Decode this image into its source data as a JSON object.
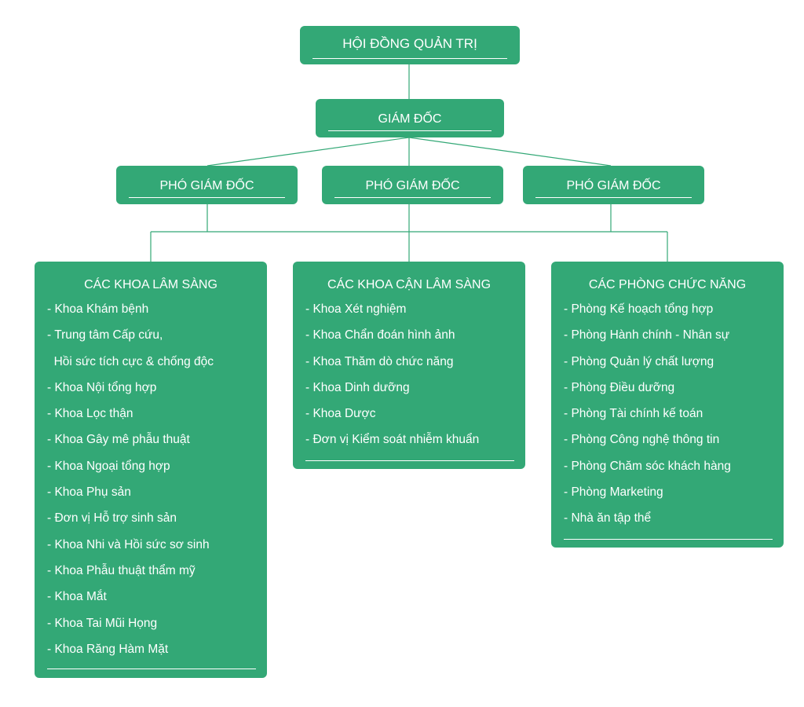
{
  "accent_color": "#33a876",
  "line_color": "#33a876",
  "board": {
    "title": "HỘI ĐỒNG QUẢN TRỊ"
  },
  "director": {
    "title": "GIÁM ĐỐC"
  },
  "deputies": [
    {
      "title": "PHÓ GIÁM ĐỐC"
    },
    {
      "title": "PHÓ GIÁM ĐỐC"
    },
    {
      "title": "PHÓ GIÁM ĐỐC"
    }
  ],
  "groups": [
    {
      "title": "CÁC KHOA LÂM SÀNG",
      "items": [
        "- Khoa Khám bệnh",
        "- Trung tâm Cấp cứu,",
        "  Hồi sức tích cực & chống độc",
        "- Khoa Nội tổng hợp",
        "- Khoa Lọc thận",
        "- Khoa Gây mê phẫu thuật",
        "- Khoa Ngoại tổng hợp",
        "- Khoa Phụ sản",
        "- Đơn vị Hỗ trợ sinh sản",
        "- Khoa Nhi và Hồi sức sơ sinh",
        "- Khoa Phẫu thuật thẩm mỹ",
        "- Khoa Mắt",
        "- Khoa Tai Mũi Họng",
        "- Khoa Răng Hàm Mặt"
      ]
    },
    {
      "title": "CÁC KHOA CẬN LÂM SÀNG",
      "items": [
        "- Khoa Xét nghiệm",
        "- Khoa Chẩn đoán hình ảnh",
        "- Khoa Thăm dò chức năng",
        "- Khoa Dinh dưỡng",
        "- Khoa Dược",
        "- Đơn vị Kiểm soát nhiễm khuẩn"
      ]
    },
    {
      "title": "CÁC PHÒNG CHỨC NĂNG",
      "items": [
        "- Phòng Kế hoạch tổng hợp",
        "- Phòng Hành chính - Nhân sự",
        "- Phòng Quản lý chất lượng",
        "- Phòng Điều dưỡng",
        "- Phòng Tài chính kế toán",
        "- Phòng Công nghệ thông tin",
        "- Phòng Chăm sóc khách hàng",
        "- Phòng Marketing",
        "- Nhà ăn tập thể"
      ]
    }
  ]
}
